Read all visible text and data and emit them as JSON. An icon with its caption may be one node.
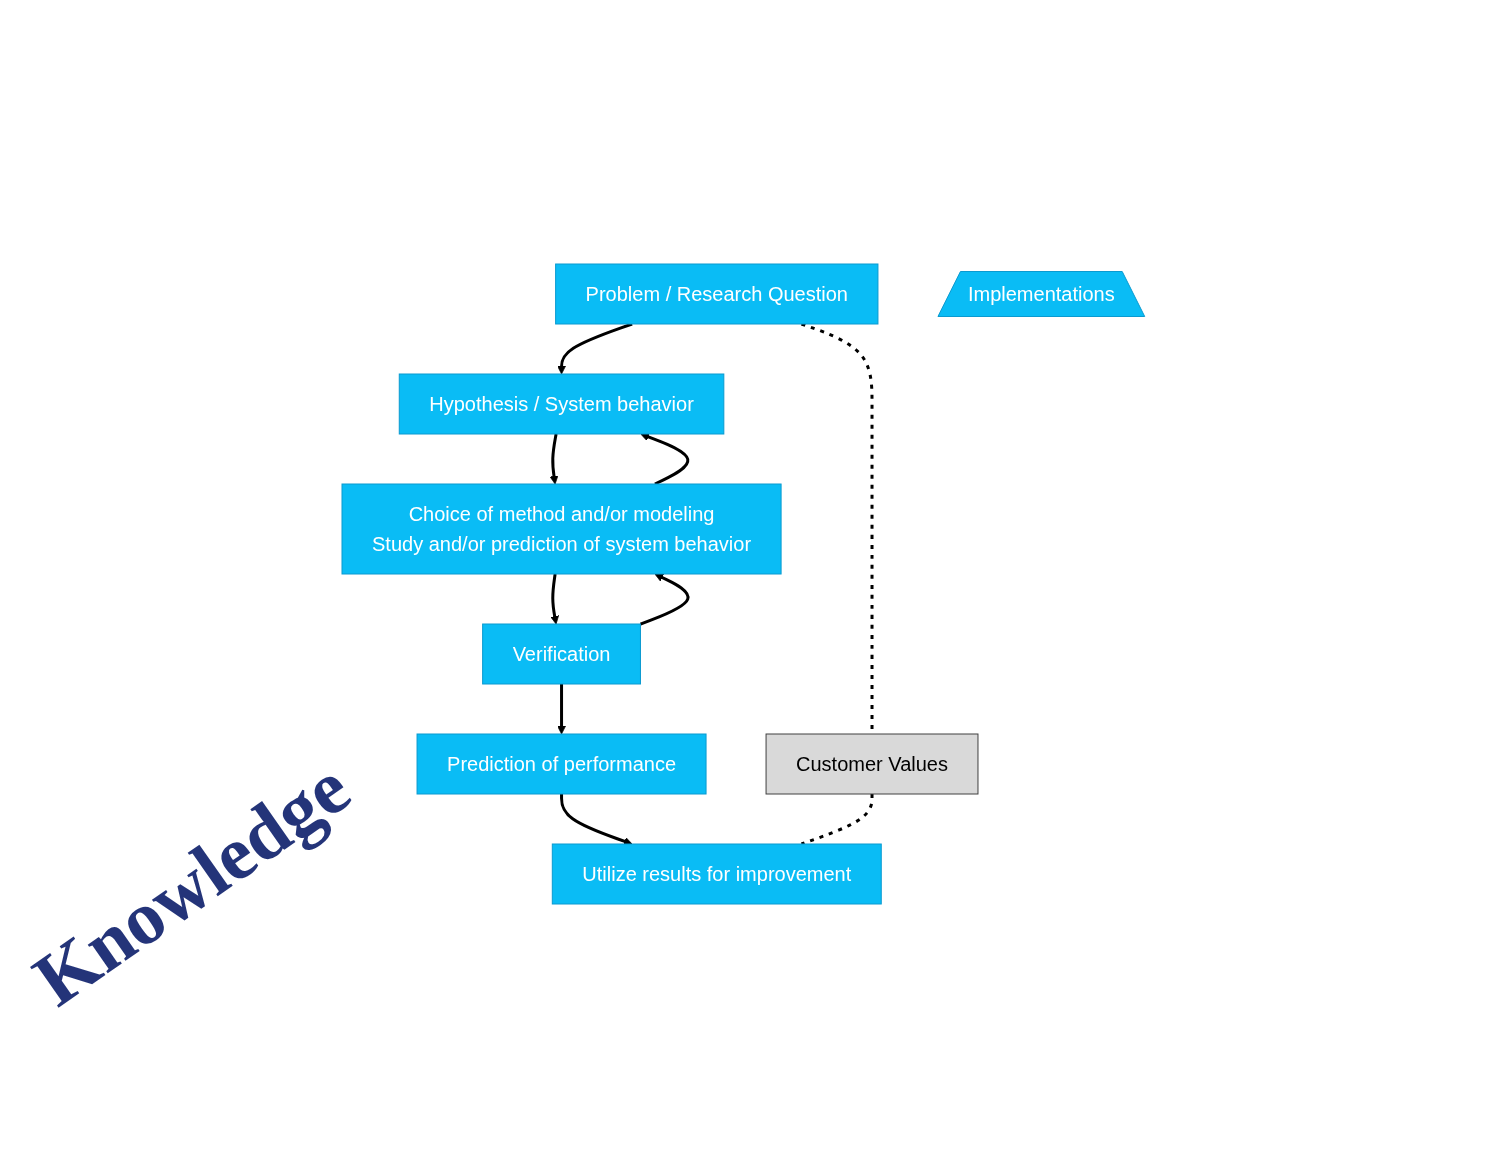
{
  "diagram": {
    "nodes": [
      {
        "text": [
          "Problem / Research Question"
        ]
      },
      {
        "text": [
          "Hypothesis / System behavior"
        ]
      },
      {
        "text": [
          "Choice of method and/or modeling",
          "Study and/or prediction of system behavior"
        ]
      },
      {
        "text": [
          "Verification"
        ]
      },
      {
        "text": [
          "Prediction of performance"
        ]
      },
      {
        "text": [
          "Utilize results for improvement"
        ]
      },
      {
        "text": [
          "Implementations"
        ]
      },
      {
        "text": [
          "Customer Values"
        ]
      }
    ],
    "edges": [
      {
        "from": 0,
        "to": 1,
        "arrow": "to"
      },
      {
        "from": 1,
        "to": 2,
        "arrow": "to"
      },
      {
        "from": 2,
        "to": 3,
        "arrow": "to"
      },
      {
        "from": 3,
        "to": 4,
        "arrow": "to"
      },
      {
        "from": 4,
        "to": 5,
        "arrow": "to"
      },
      {
        "from": 2,
        "to": 1,
        "arrow": "to"
      },
      {
        "from": 3,
        "to": 2,
        "arrow": "to"
      },
      {
        "from": 0,
        "to": 7,
        "arrow": "none",
        "style": "dashed"
      },
      {
        "from": 7,
        "to": 5,
        "arrow": "none",
        "style": "dashed"
      }
    ],
    "labels": [
      "Knowledge"
    ]
  }
}
